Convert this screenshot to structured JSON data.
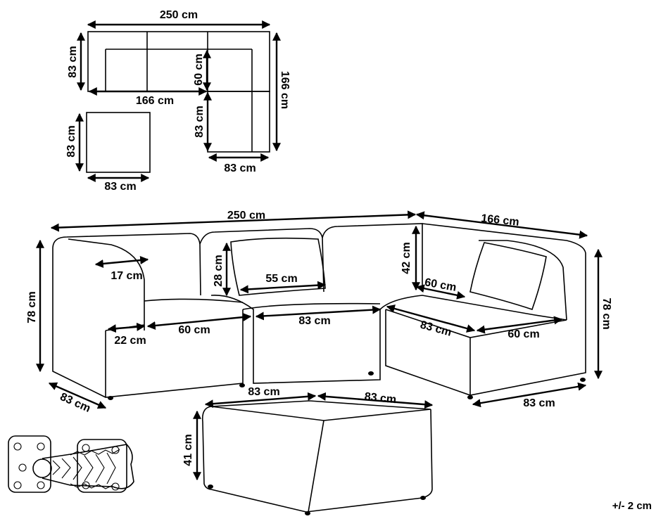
{
  "top_view": {
    "width_250": "250 cm",
    "depth_83": "83 cm",
    "width_166": "166 cm",
    "inner_60": "60 cm",
    "depth_166": "166 cm",
    "leg_83_vertical": "83 cm",
    "leg_83_horizontal": "83 cm",
    "ottoman_83_vertical": "83 cm",
    "ottoman_83_horizontal": "83 cm"
  },
  "sofa_view": {
    "width_250": "250 cm",
    "width_166": "166 cm",
    "height_78_left": "78 cm",
    "arm_17": "17 cm",
    "back_28": "28 cm",
    "cushion_55": "55 cm",
    "back_42": "42 cm",
    "seat_60_right_back": "60 cm",
    "height_78_right": "78 cm",
    "arm_22": "22 cm",
    "seat_60_left": "60 cm",
    "seat_83_middle": "83 cm",
    "seat_83_right": "83 cm",
    "seat_60_right": "60 cm",
    "depth_83_left": "83 cm",
    "depth_83_right": "83 cm"
  },
  "ottoman_view": {
    "width_83_front": "83 cm",
    "width_83_side": "83 cm",
    "height_41": "41 cm"
  },
  "tolerance": "+/- 2 cm"
}
